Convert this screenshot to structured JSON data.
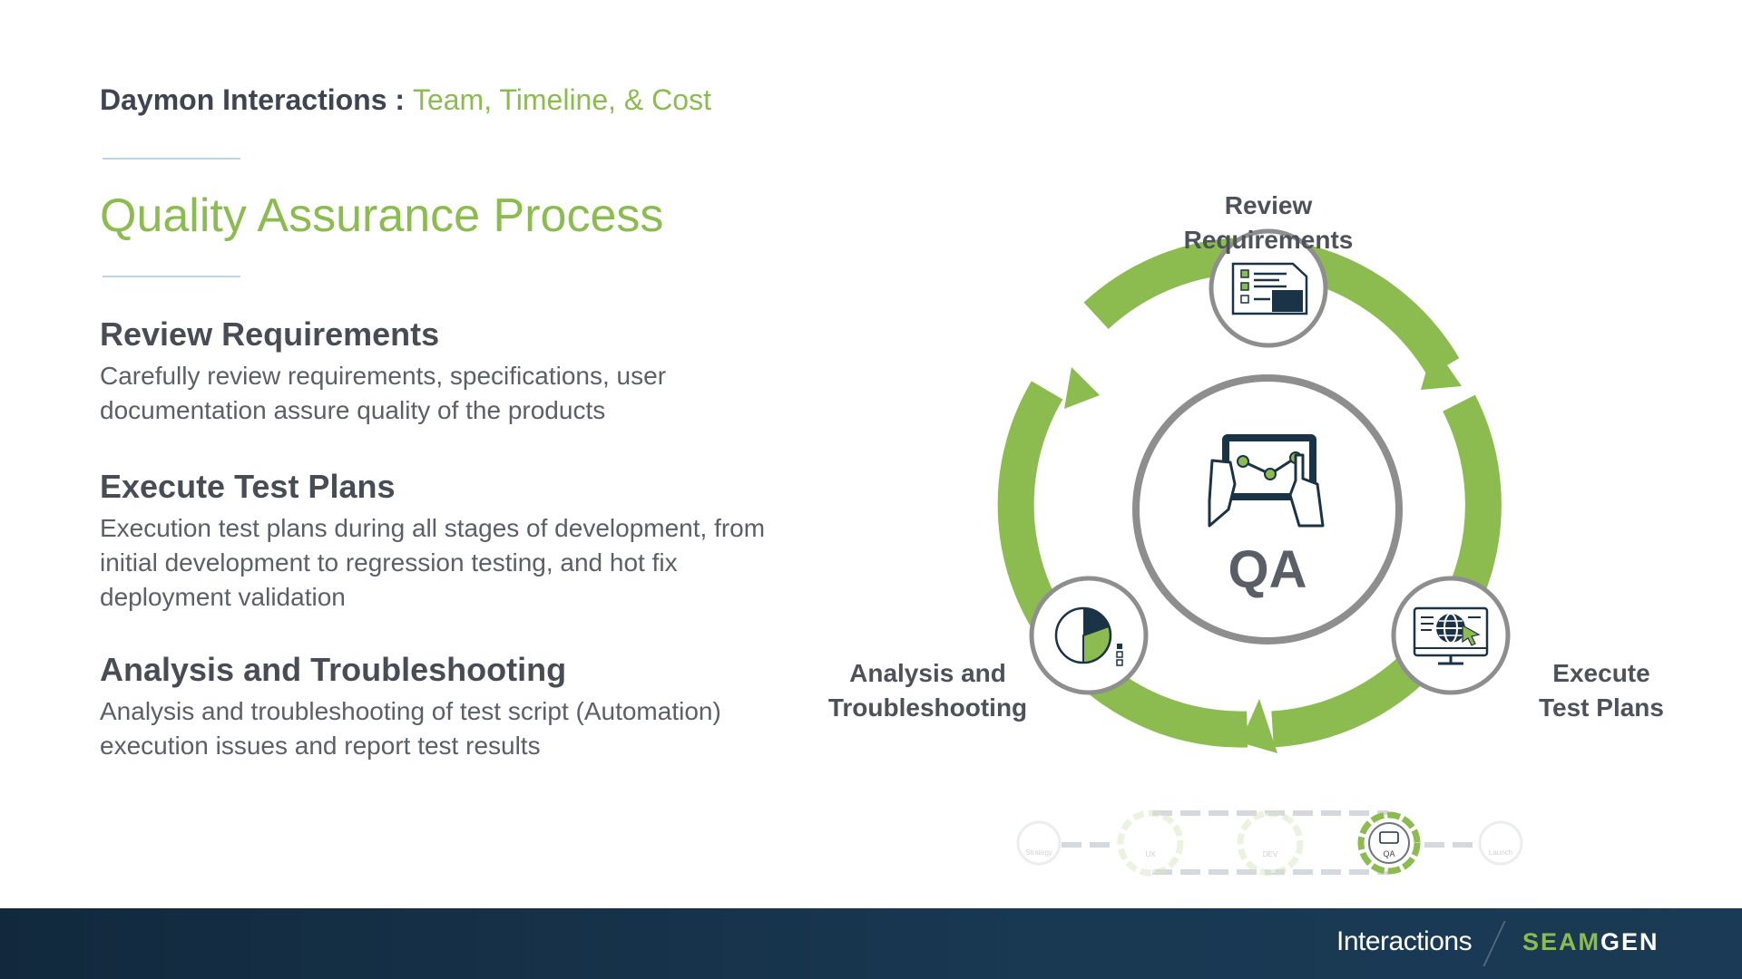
{
  "header": {
    "company": "Daymon Interactions :",
    "subtitle": "Team, Timeline, & Cost"
  },
  "page_title": "Quality Assurance Process",
  "sections": [
    {
      "heading": "Review Requirements",
      "text": "Carefully review requirements, specifications, user documentation assure quality of the products"
    },
    {
      "heading": "Execute Test Plans",
      "text": "Execution test plans during all stages of development, from initial development to regression testing, and hot fix deployment validation"
    },
    {
      "heading": "Analysis and Troubleshooting",
      "text": "Analysis and troubleshooting of test script (Automation) execution issues and report test results"
    }
  ],
  "diagram": {
    "center_label": "QA",
    "node_labels": {
      "top": "Review Requirements",
      "left_line1": "Analysis and",
      "left_line2": "Troubleshooting",
      "right_line1": "Execute",
      "right_line2": "Test Plans"
    },
    "colors": {
      "ring_green": "#8cbc4f",
      "ring_gray": "#8e8e8e",
      "dark_navy": "#1b3347",
      "text_gray": "#5a5e66"
    },
    "icons": [
      "checklist-document-icon",
      "tablet-touch-chart-icon",
      "pie-chart-icon",
      "globe-monitor-icon"
    ]
  },
  "timeline": {
    "steps": [
      "Strategy",
      "UX",
      "DEV",
      "QA",
      "Launch"
    ],
    "active": "QA"
  },
  "footer": {
    "product": "Interactions",
    "brand_a": "SEAM",
    "brand_b": "GEN"
  }
}
